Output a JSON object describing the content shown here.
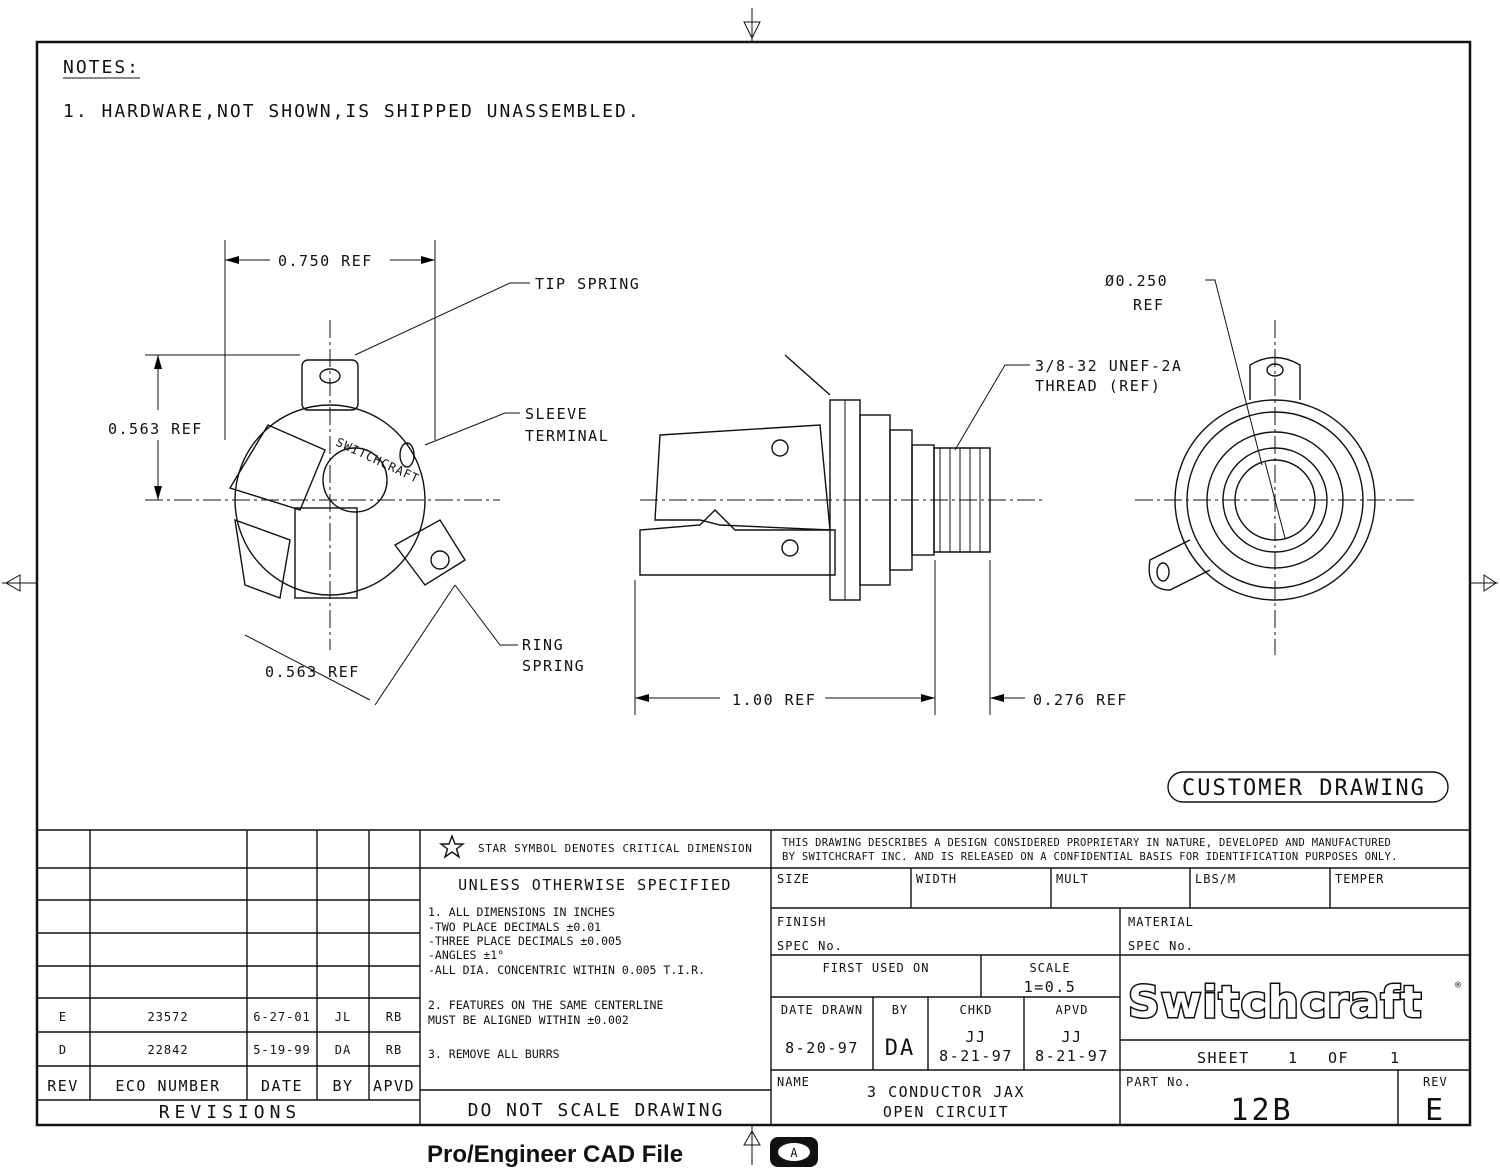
{
  "notes": {
    "heading": "NOTES:",
    "items": [
      "1. HARDWARE,NOT SHOWN,IS SHIPPED UNASSEMBLED."
    ]
  },
  "views": {
    "front": {
      "dim_width": "0.750 REF",
      "dim_height": "0.563 REF",
      "dim_diag": "0.563 REF",
      "tip_spring": "TIP SPRING",
      "sleeve_terminal": [
        "SLEEVE",
        "TERMINAL"
      ],
      "ring_spring": [
        "RING",
        "SPRING"
      ],
      "body_marking": "SWITCHCRAFT"
    },
    "side": {
      "thread": [
        "3/8-32 UNEF-2A",
        "THREAD (REF)"
      ],
      "dim_length": "1.00 REF",
      "dim_thread": "0.276 REF"
    },
    "rear": {
      "diameter": [
        "Ø0.250",
        "REF"
      ]
    }
  },
  "customer_drawing": "CUSTOMER DRAWING",
  "revisions": {
    "title": "REVISIONS",
    "headers": [
      "REV",
      "ECO NUMBER",
      "DATE",
      "BY",
      "APVD"
    ],
    "rows": [
      [
        "E",
        "23572",
        "6-27-01",
        "JL",
        "RB"
      ],
      [
        "D",
        "22842",
        "5-19-99",
        "DA",
        "RB"
      ]
    ]
  },
  "specs": {
    "star_note": "STAR SYMBOL DENOTES CRITICAL DIMENSION",
    "unless": "UNLESS OTHERWISE SPECIFIED",
    "lines": [
      "1. ALL DIMENSIONS IN INCHES",
      "   -TWO PLACE DECIMALS     ±0.01",
      "   -THREE PLACE DECIMALS   ±0.005",
      "   -ANGLES                 ±1°",
      "   -ALL DIA. CONCENTRIC WITHIN 0.005 T.I.R.",
      "2. FEATURES ON THE SAME CENTERLINE",
      "   MUST BE ALIGNED WITHIN ±0.002",
      "3. REMOVE ALL BURRS"
    ],
    "do_not_scale": "DO NOT SCALE DRAWING"
  },
  "title_block": {
    "proprietary": [
      "THIS DRAWING DESCRIBES A DESIGN CONSIDERED PROPRIETARY IN NATURE, DEVELOPED AND MANUFACTURED",
      "BY SWITCHCRAFT INC. AND IS RELEASED ON A CONFIDENTIAL BASIS FOR IDENTIFICATION PURPOSES ONLY."
    ],
    "size": "SIZE",
    "width": "WIDTH",
    "mult": "MULT",
    "lbs_m": "LBS/M",
    "temper": "TEMPER",
    "finish": "FINISH",
    "finish_spec": "SPEC No.",
    "material": "MATERIAL",
    "material_spec": "SPEC No.",
    "first_used_on": "FIRST USED ON",
    "scale_label": "SCALE",
    "scale_value": "1=0.5",
    "date_drawn_label": "DATE DRAWN",
    "date_drawn": "8-20-97",
    "by_label": "BY",
    "by": "DA",
    "chkd_label": "CHKD",
    "chkd_by": "JJ",
    "chkd_date": "8-21-97",
    "apvd_label": "APVD",
    "apvd_by": "JJ",
    "apvd_date": "8-21-97",
    "logo": "Switchcraft",
    "sheet": "SHEET",
    "sheet_no": "1",
    "of": "OF",
    "sheet_total": "1",
    "name_label": "NAME",
    "name": [
      "3 CONDUCTOR JAX",
      "OPEN CIRCUIT"
    ],
    "part_label": "PART No.",
    "part_no": "12B",
    "rev_label": "REV",
    "rev": "E"
  },
  "footer": {
    "caption": "Pro/Engineer CAD File",
    "sheet_zone": "A"
  }
}
